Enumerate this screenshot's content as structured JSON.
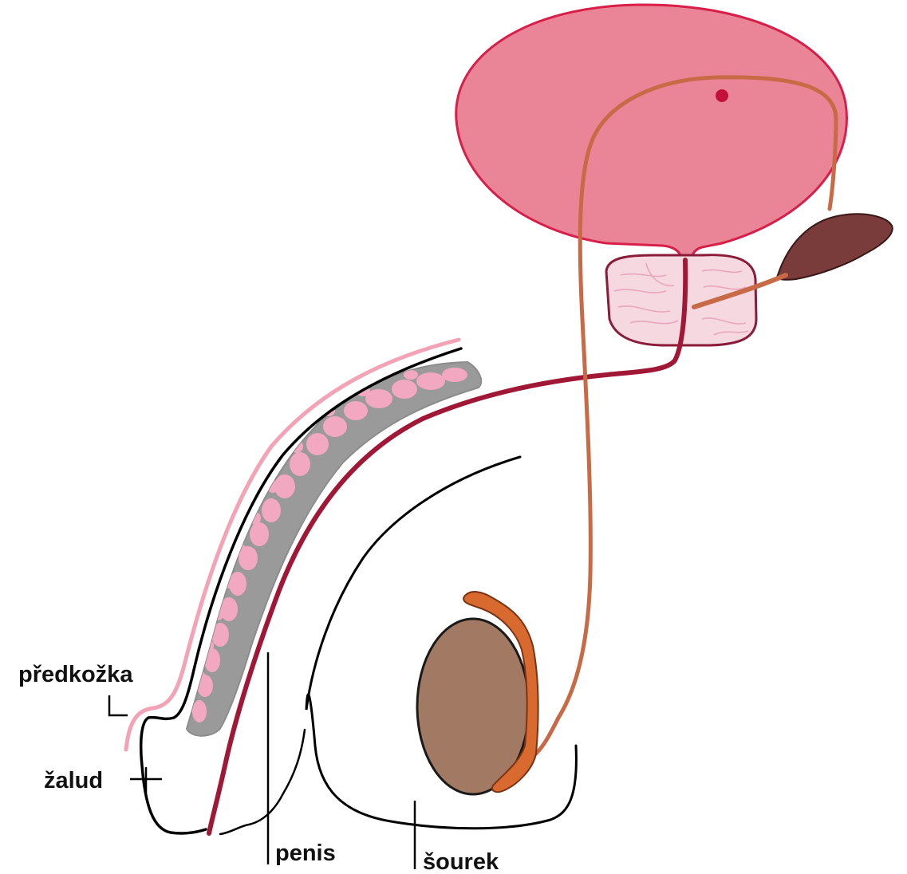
{
  "labels": {
    "foreskin": "předkožka",
    "glans": "žalud",
    "penis": "penis",
    "scrotum": "šourek"
  },
  "colors": {
    "bladder_fill": "#e98597",
    "bladder_stroke": "#d81f49",
    "urethra": "#a11836",
    "vas_deferens": "#c86a46",
    "prostate_fill": "#f6d8e0",
    "prostate_stroke": "#8a1c3a",
    "seminal_vesicle": "#7a3b3b",
    "testis_fill": "#a27a63",
    "epididymis": "#d8692f",
    "corpus_fill": "#f2a8c0",
    "corpus_net": "#9a9a9a",
    "skin_outline": "#000000",
    "foreskin": "#f4a2b6"
  }
}
